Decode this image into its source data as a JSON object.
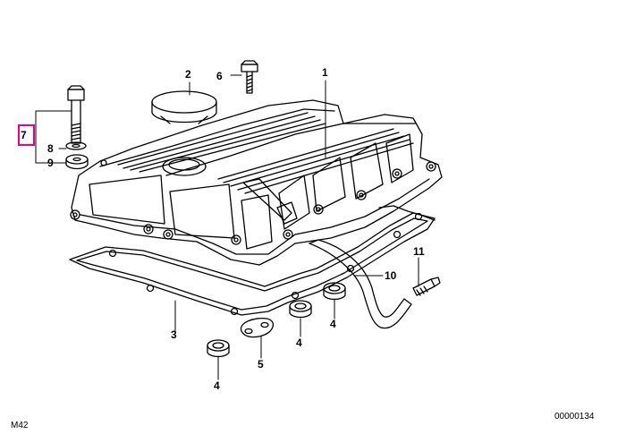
{
  "callouts": {
    "c1": "1",
    "c2": "2",
    "c3": "3",
    "c4a": "4",
    "c4b": "4",
    "c4c": "4",
    "c5": "5",
    "c6": "6",
    "c7": "7",
    "c8": "8",
    "c9": "9",
    "c10": "10",
    "c11": "11"
  },
  "footer": {
    "model": "M42",
    "diagram_number": "00000134"
  },
  "colors": {
    "line": "#000000",
    "highlight": "#e6007e",
    "background": "#ffffff"
  }
}
